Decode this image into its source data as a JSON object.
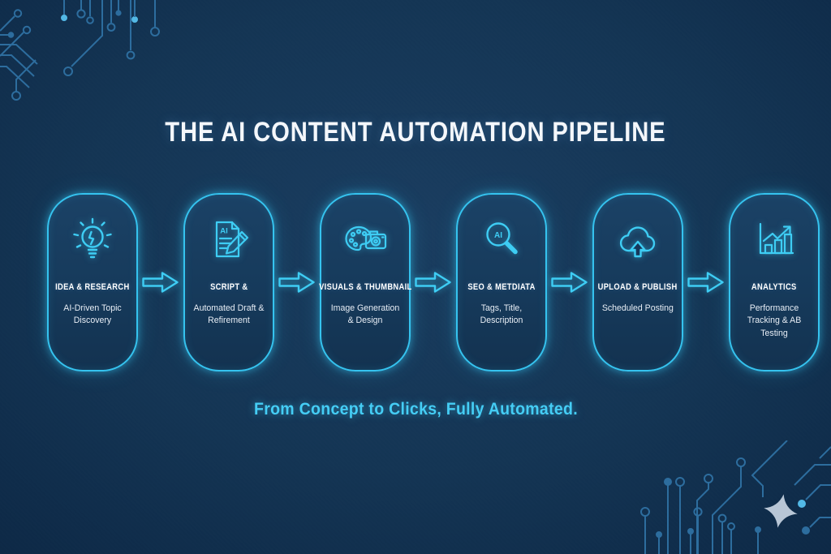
{
  "title": "THE AI CONTENT AUTOMATION PIPELINE",
  "tagline": "From Concept to Clicks, Fully Automated.",
  "colors": {
    "background": "#123150",
    "accent": "#3ecdf4",
    "card_fill": "#16385a",
    "title_text": "#f4f7fb",
    "subtitle_text": "#e8eef6",
    "tagline_text": "#45cdf5",
    "circuit_line": "#2d6d9e",
    "circuit_bright": "#53b9e6",
    "star_fill": "#c2cfdd"
  },
  "steps": [
    {
      "icon": "lightbulb-icon",
      "title": "IDEA & RESEARCH",
      "subtitle": "AI-Driven Topic Discovery"
    },
    {
      "icon": "script-pencil-icon",
      "title": "SCRIPT &",
      "subtitle": "Automated Draft & Refirement"
    },
    {
      "icon": "palette-camera-icon",
      "title": "VISUALS & THUMBNAIL",
      "subtitle": "Image Generation & Design"
    },
    {
      "icon": "ai-magnifier-icon",
      "title": "SEO & METDIATA",
      "subtitle": "Tags, Title, Description"
    },
    {
      "icon": "cloud-upload-icon",
      "title": "UPLOAD & PUBLISH",
      "subtitle": "Scheduled Posting"
    },
    {
      "icon": "analytics-chart-icon",
      "title": "ANALYTICS",
      "subtitle": "Performance Tracking & AB Testing"
    }
  ],
  "icon_labels": {
    "script_doc": "AI",
    "seo_magnifier": "AI"
  }
}
